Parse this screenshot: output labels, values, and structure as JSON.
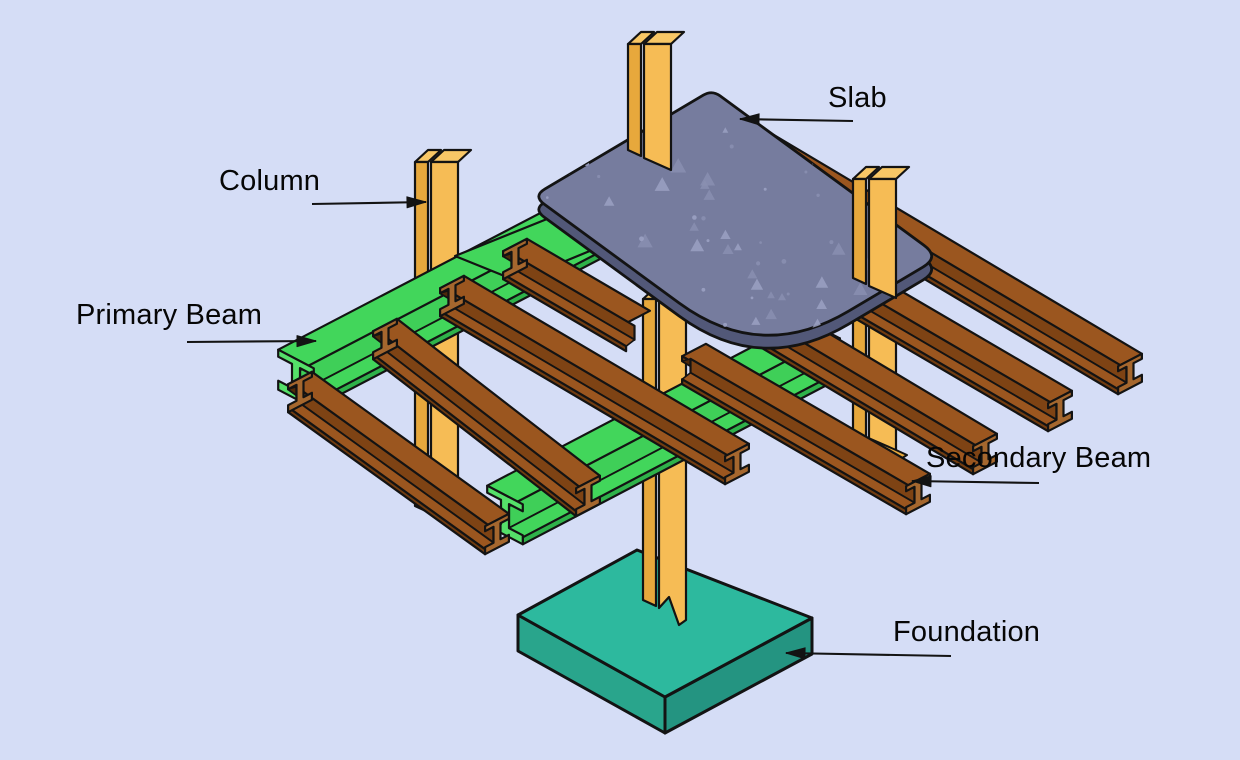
{
  "diagram": {
    "kind": "isometric-structural-diagram",
    "labels": {
      "slab": "Slab",
      "column": "Column",
      "primary_beam": "Primary Beam",
      "secondary_beam": "Secondary Beam",
      "foundation": "Foundation"
    },
    "colors": {
      "background": "#d5ddf6",
      "outline": "#131313",
      "label_text": "#060606",
      "arrow": "#131313",
      "column": {
        "face": "#f6bc55",
        "shade": "#e7a83c",
        "cap": "#f8c766"
      },
      "primary_beam": {
        "top": "#42d65b",
        "side": "#2fb24a",
        "web": "#3fcf58",
        "shadow": "#1d8534",
        "cap": "#55e069"
      },
      "secondary_beam": {
        "top": "#9b561f",
        "side": "#713c10",
        "web": "#7e4314",
        "shadow": "#4f2a0a",
        "cap": "#a5672e"
      },
      "slab": {
        "top": "#767c9e",
        "side": "#525878",
        "speckle_light": "#9ba1c2",
        "speckle_mid": "#898fb0"
      },
      "foundation": {
        "top": "#2db99e",
        "side_left": "#29a58c",
        "side_right": "#249481"
      }
    }
  }
}
